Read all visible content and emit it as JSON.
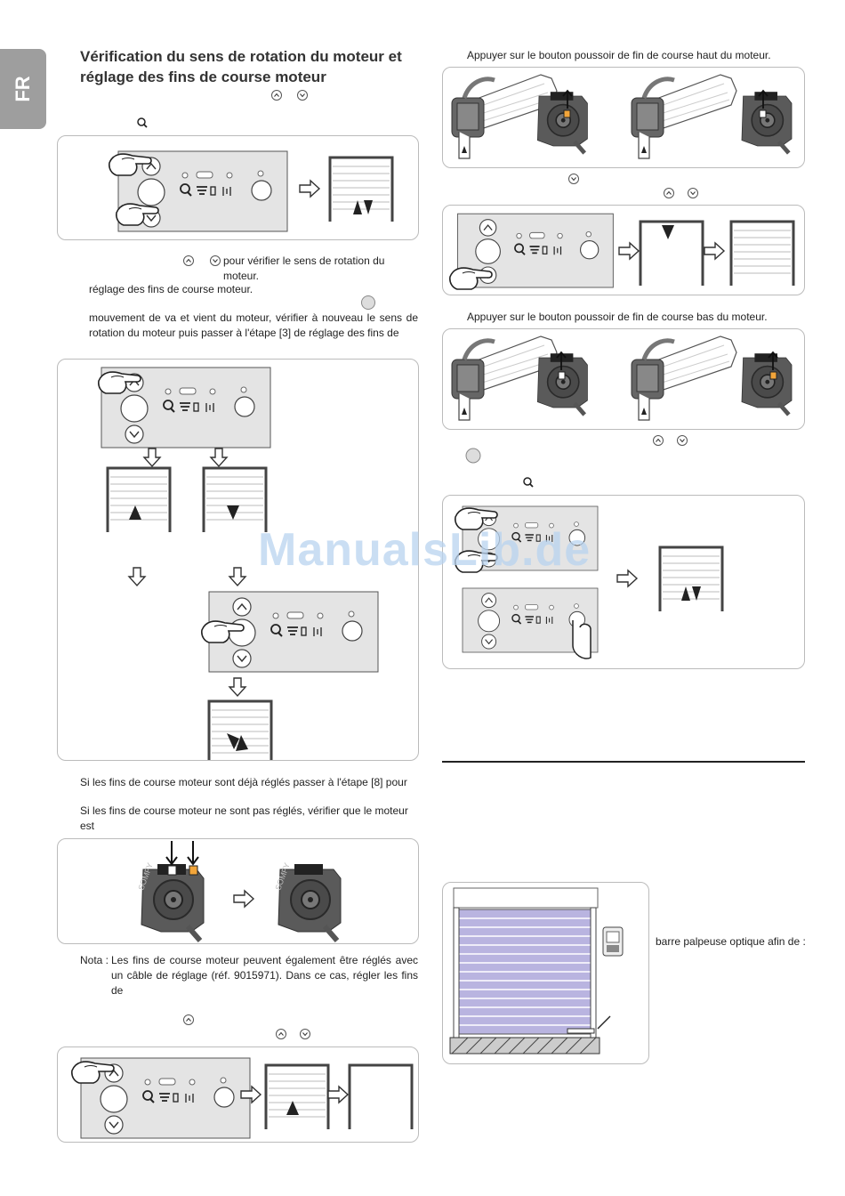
{
  "lang_tab": "FR",
  "title": "Vérification du sens de rotation du moteur et réglage des fins de course moteur",
  "left": {
    "t1": "pour vérifier le sens de rotation du moteur.",
    "t2": "réglage des fins de course moteur.",
    "t3": "mouvement de va et vient du moteur, vérifier à nouveau le sens de rotation du moteur puis passer à l'étape [3] de réglage des fins de",
    "t4": "Si les fins de course moteur sont déjà réglés passer à l'étape [8] pour",
    "t5": "Si les fins de course moteur ne sont pas réglés, vérifier que le moteur est",
    "nota_label": "Nota :",
    "nota": "Les fins de course moteur peuvent également être réglés avec un câble de réglage (réf. 9015971). Dans ce cas, régler les fins de"
  },
  "right": {
    "r1": "Appuyer sur le bouton poussoir de fin de course haut du moteur.",
    "r2": "Appuyer sur le bouton poussoir de fin de course bas du moteur.",
    "r3": "barre palpeuse optique afin de :"
  },
  "watermark": "ManualsLib.de",
  "motor_brand": "SOMFY"
}
